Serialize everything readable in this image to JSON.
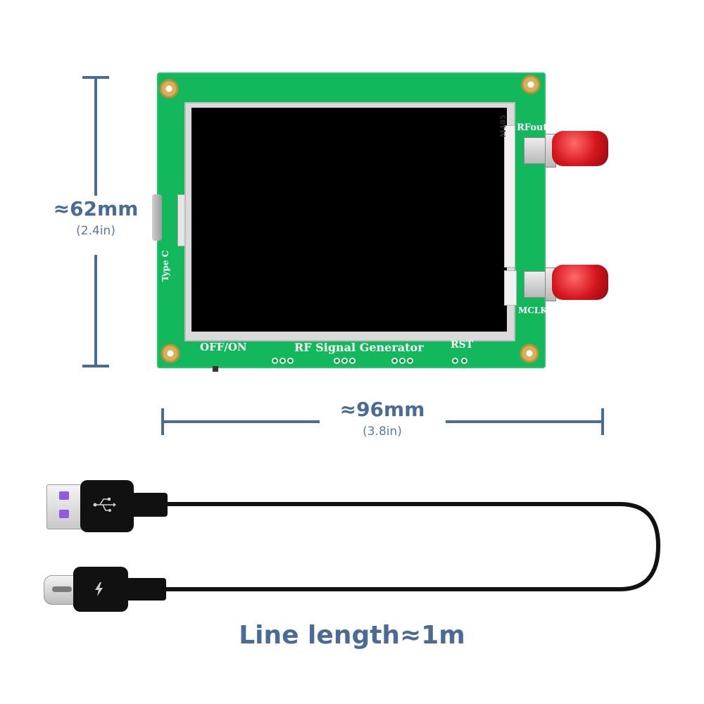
{
  "dimensions": {
    "height": {
      "main": "≈62mm",
      "sub": "(2.4in)"
    },
    "width": {
      "main": "≈96mm",
      "sub": "(3.8in)"
    }
  },
  "board": {
    "label_power": "OFF/ON",
    "label_title": "RF Signal Generator",
    "label_reset": "RST",
    "label_rfout": "RFout",
    "label_mclk": "MCLK",
    "label_typec": "Type C",
    "label_chip": "M485"
  },
  "cable": {
    "caption": "Line length≈1m"
  },
  "colors": {
    "accent": "#4a6b96",
    "pcb": "#13b85c",
    "connector_red": "#d4141c",
    "usb_pin_purple": "#8c5ce6"
  },
  "icons": {
    "usb_a_logo": "usb-icon",
    "usb_c_logo": "lightning-icon"
  }
}
